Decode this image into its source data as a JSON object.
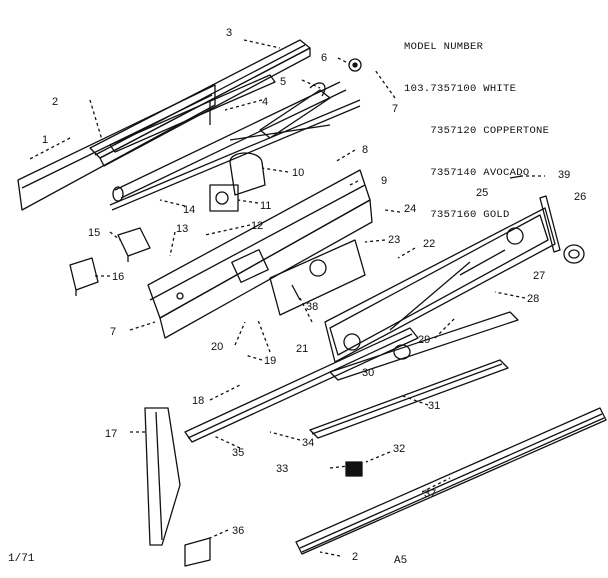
{
  "model_header": {
    "title": "MODEL NUMBER",
    "models": [
      {
        "number": "103.7357100",
        "color": "WHITE"
      },
      {
        "number": "7357120",
        "color": "COPPERTONE"
      },
      {
        "number": "7357140",
        "color": "AVOCADO"
      },
      {
        "number": "7357160",
        "color": "GOLD"
      }
    ]
  },
  "footer": {
    "date_code": "1/71",
    "sheet_code": "A5"
  },
  "callouts": [
    "1",
    "2",
    "3",
    "4",
    "5",
    "6",
    "7",
    "8",
    "9",
    "10",
    "11",
    "12",
    "13",
    "14",
    "15",
    "16",
    "7",
    "17",
    "18",
    "19",
    "20",
    "21",
    "22",
    "23",
    "24",
    "25",
    "26",
    "27",
    "28",
    "29",
    "30",
    "31",
    "32",
    "33",
    "34",
    "35",
    "36",
    "37",
    "38",
    "39",
    "2"
  ],
  "colors": {
    "ink": "#111111",
    "paper": "#ffffff"
  }
}
